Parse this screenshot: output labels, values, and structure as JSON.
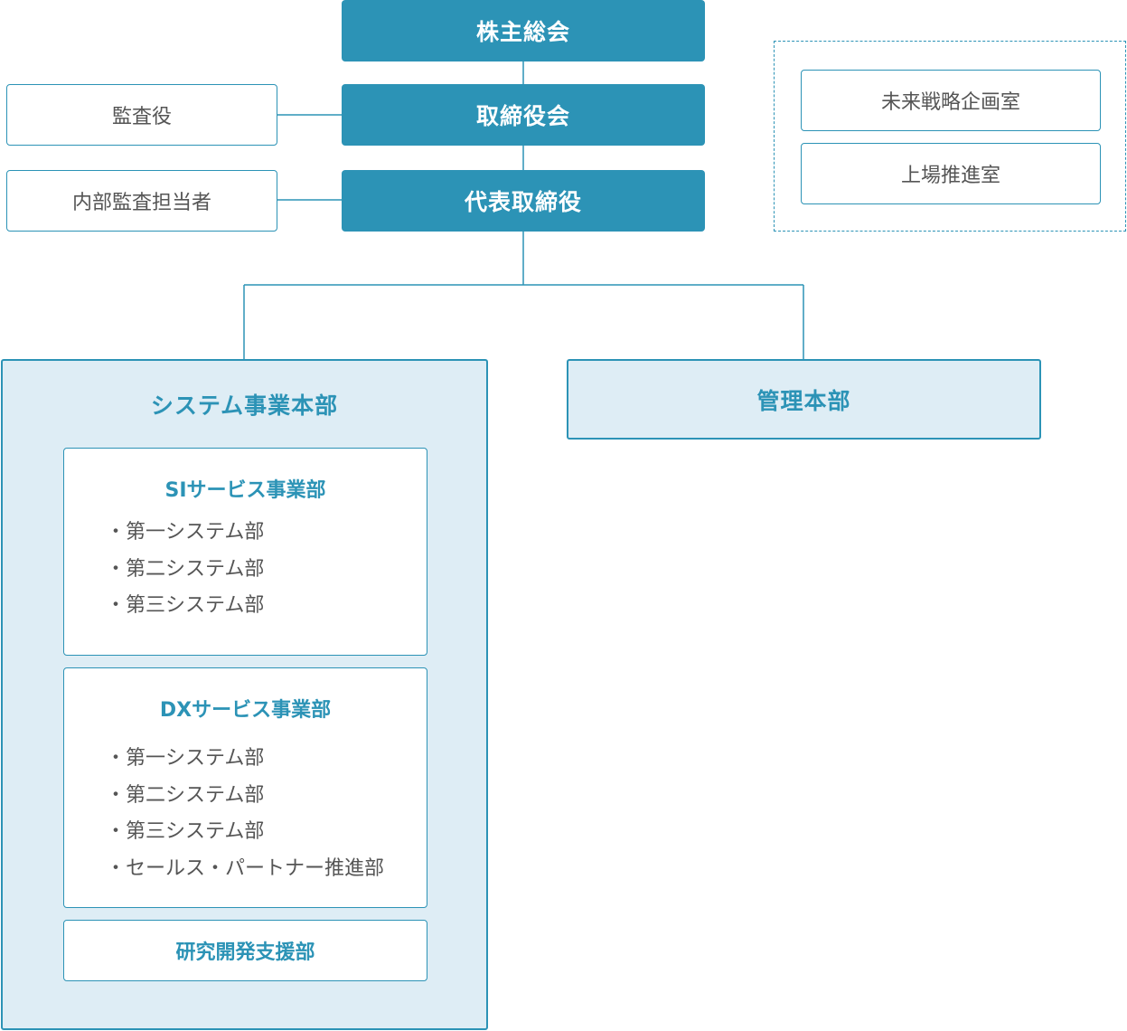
{
  "top": {
    "shareholders": "株主総会",
    "board": "取締役会",
    "ceo": "代表取締役"
  },
  "side": {
    "auditor": "監査役",
    "internal_audit": "内部監査担当者"
  },
  "staff": {
    "future_strategy": "未来戦略企画室",
    "listing": "上場推進室"
  },
  "system_hq": {
    "title": "システム事業本部",
    "si": {
      "title": "SIサービス事業部",
      "items": [
        "・第一システム部",
        "・第二システム部",
        "・第三システム部"
      ]
    },
    "dx": {
      "title": "DXサービス事業部",
      "items": [
        "・第一システム部",
        "・第二システム部",
        "・第三システム部",
        "・セールス・パートナー推進部"
      ]
    },
    "rd": "研究開発支援部"
  },
  "admin_hq": {
    "title": "管理本部"
  },
  "colors": {
    "primary": "#2c93b6",
    "light_fill": "#deedf5",
    "text": "#555555"
  }
}
